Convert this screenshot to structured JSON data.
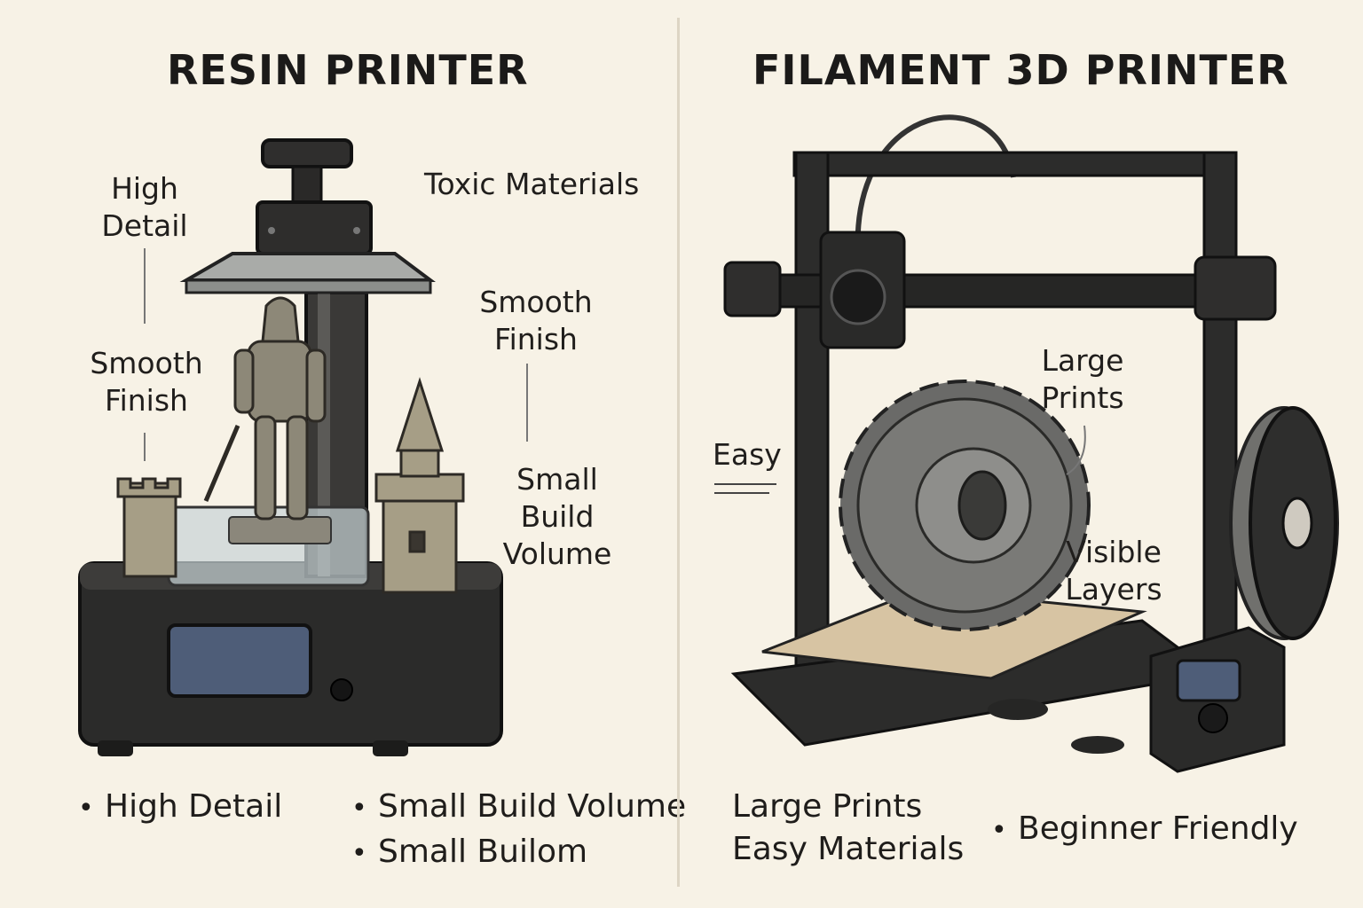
{
  "left": {
    "title": "RESIN PRINTER",
    "labels": {
      "high_detail": [
        "High",
        "Detail"
      ],
      "toxic": "Toxic Materials",
      "smooth_left": [
        "Smooth",
        "Finish"
      ],
      "smooth_right": [
        "Smooth",
        "Finish"
      ],
      "small_build": [
        "Small",
        "Build",
        "Volume"
      ]
    },
    "bullets_left": [
      "High Detail"
    ],
    "bullets_right": [
      "Small Build Volume",
      "Small Builom"
    ]
  },
  "right": {
    "title": "FILAMENT 3D PRINTER",
    "labels": {
      "large_prints": [
        "Large",
        "Prints"
      ],
      "easy": "Easy",
      "visible_layers": [
        "Visible",
        "Layers"
      ]
    },
    "bottom_left": [
      "Large Prints",
      "Easy Materials"
    ],
    "bullets_right": [
      "Beginner Friendly"
    ]
  },
  "icons": [
    "resin-printer-illustration",
    "filament-printer-illustration",
    "gear-print",
    "knight-figurine",
    "castle-tower",
    "filament-spool"
  ]
}
